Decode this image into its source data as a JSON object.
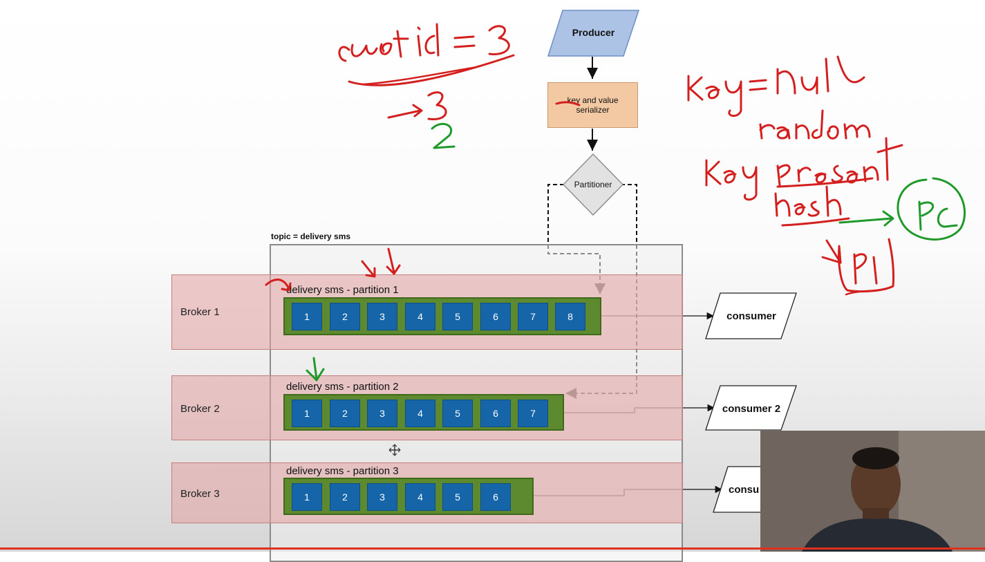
{
  "topic": {
    "title": "topic = delivery sms"
  },
  "producer": {
    "label": "Producer"
  },
  "serializer": {
    "line1": "key and value",
    "line2": "serializer"
  },
  "partitioner": {
    "label": "Partitioner"
  },
  "brokers": [
    {
      "label": "Broker 1",
      "partition_label": "delivery sms - partition 1",
      "offsets": [
        "1",
        "2",
        "3",
        "4",
        "5",
        "6",
        "7",
        "8"
      ]
    },
    {
      "label": "Broker 2",
      "partition_label": "delivery sms - partition 2",
      "offsets": [
        "1",
        "2",
        "3",
        "4",
        "5",
        "6",
        "7"
      ]
    },
    {
      "label": "Broker 3",
      "partition_label": "delivery sms - partition 3",
      "offsets": [
        "1",
        "2",
        "3",
        "4",
        "5",
        "6"
      ]
    }
  ],
  "consumers": {
    "c1": "consumer",
    "c2": "consumer 2",
    "c3": "consu"
  },
  "colors": {
    "producer": "#adc3e6",
    "serializer": "#f3c9a4",
    "partitioner": "#e2e2e2",
    "broker": "#e2a0a0",
    "partition_bar": "#5d8a2e",
    "offset_cell": "#1565a8",
    "ink_red": "#d41f1f",
    "ink_green": "#1f9a2a"
  }
}
